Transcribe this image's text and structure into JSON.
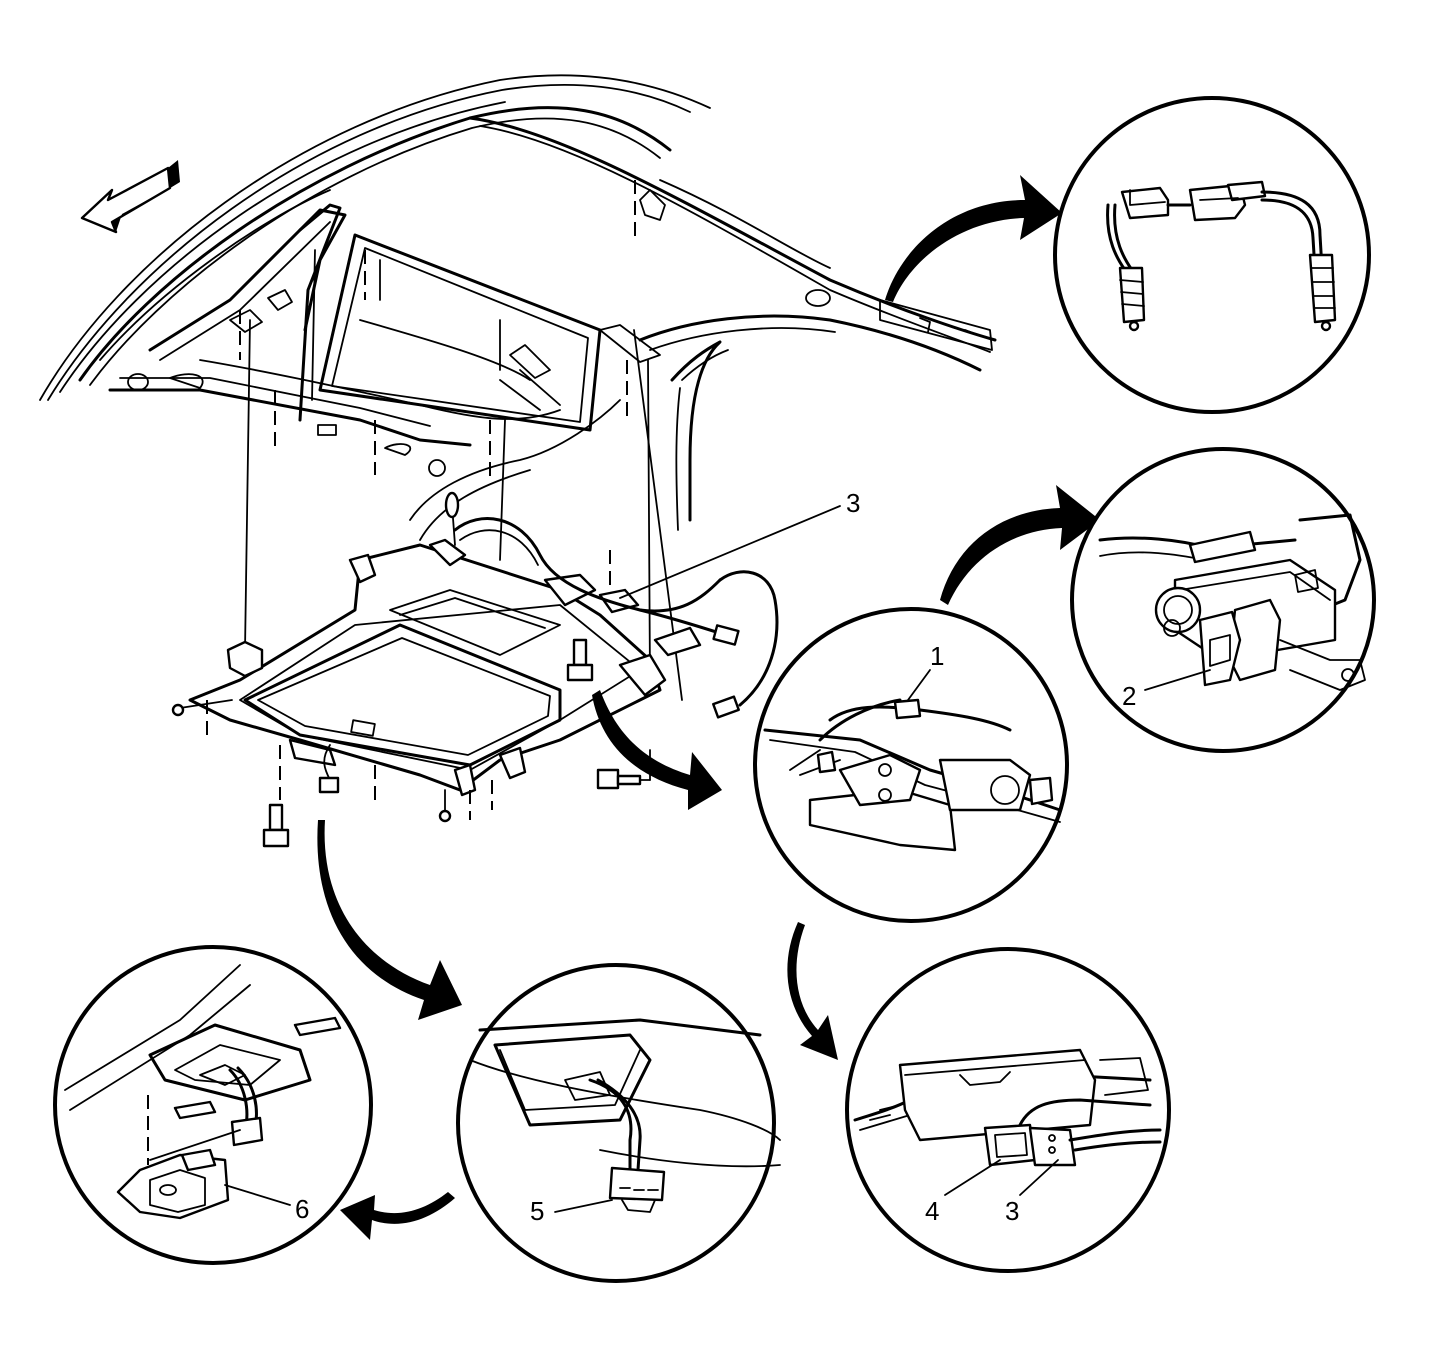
{
  "callouts": {
    "main_3": "3",
    "detail_1": "1",
    "detail_2": "2",
    "detail_3": "3",
    "detail_4": "4",
    "detail_5": "5",
    "detail_6": "6"
  }
}
